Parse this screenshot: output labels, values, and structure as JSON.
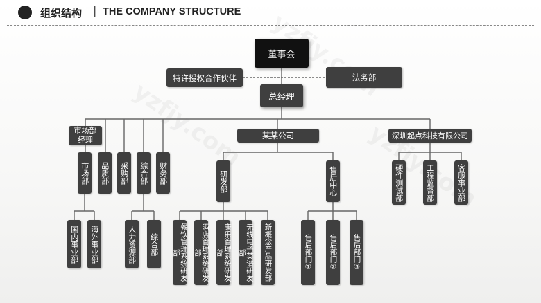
{
  "header": {
    "title_cn": "组织结构",
    "separator": "|",
    "title_en": "THE COMPANY STRUCTURE"
  },
  "watermark": {
    "text": "yzfjy.com"
  },
  "org": {
    "board": "董事会",
    "franchise_partner": "特许授权合作伙伴",
    "legal": "法务部",
    "gm": "总经理",
    "market_manager_l1": "市场部",
    "market_manager_l2": "经理",
    "subsidiary": "某某公司",
    "shenzhen": "深圳起点科技有限公司",
    "market_dept": "市场部",
    "quality_dept": "品质部",
    "purchase_dept": "采购部",
    "general_dept": "综合部",
    "finance_dept": "财务部",
    "rnd_dept": "研发部",
    "aftersales": "售后中心",
    "hardware_test": "硬件测试部",
    "engineering_supervision": "工程监督部",
    "customer_service": "客服事业部",
    "domestic": "国内事业部",
    "overseas": "海外事业部",
    "hr": "人力资源部",
    "general_sub": "综合部",
    "catering_rnd": "餐饮管理系统研发部",
    "hotel_rnd": "酒店管理系统研发部",
    "kangle_rnd": "康乐管理系统研发部",
    "wireless_rnd": "无线电子菜谱研发部",
    "newconcept_rnd": "新概念产品研发部",
    "aftersales_1": "售后部门①",
    "aftersales_2": "售后部门②",
    "aftersales_3": "售后部门③"
  },
  "colors": {
    "box": "#3f3f3f",
    "top_box": "#111111",
    "line": "#666666"
  }
}
